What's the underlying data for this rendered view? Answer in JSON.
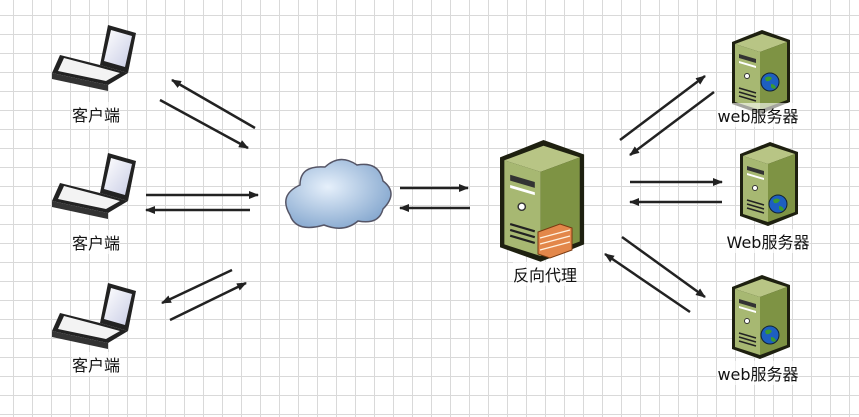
{
  "clients": [
    {
      "label": "客户端"
    },
    {
      "label": "客户端"
    },
    {
      "label": "客户端"
    }
  ],
  "proxy": {
    "label": "反向代理"
  },
  "servers": [
    {
      "label": "web服务器"
    },
    {
      "label": "Web服务器"
    },
    {
      "label": "web服务器"
    }
  ]
}
